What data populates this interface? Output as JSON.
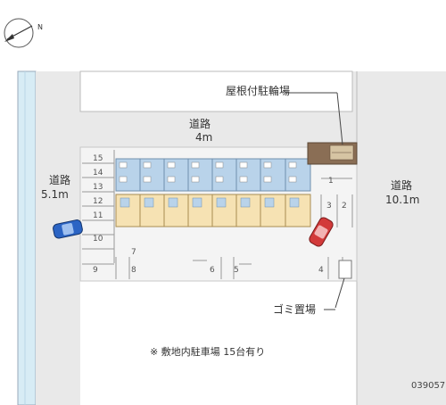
{
  "compass": {
    "north_label": "N"
  },
  "roads": {
    "top": {
      "name": "道路",
      "width": "4m"
    },
    "left": {
      "name": "道路",
      "width": "5.1m"
    },
    "right": {
      "name": "道路",
      "width": "10.1m"
    }
  },
  "labels": {
    "bicycle_parking": "屋根付駐輪場",
    "garbage_area": "ゴミ置場",
    "parking_note": "※ 敷地内駐車場 15台有り"
  },
  "property_code": "039057",
  "parking_left_column": [
    "15",
    "14",
    "13",
    "12",
    "11",
    "10",
    "9"
  ],
  "parking_bottom_row": [
    "8",
    "7",
    "6",
    "5",
    "4"
  ],
  "parking_right_column": [
    "3",
    "2",
    "1"
  ],
  "colors": {
    "road": "#e9e9e9",
    "lot": "#f4f4f4",
    "unit_blue": "#b9d3ea",
    "unit_yellow": "#f6e2b3",
    "bike_roof": "#8a6e55",
    "river": "#d7ecf5",
    "car_blue": "#2b64c4",
    "car_red": "#d23a3a"
  }
}
